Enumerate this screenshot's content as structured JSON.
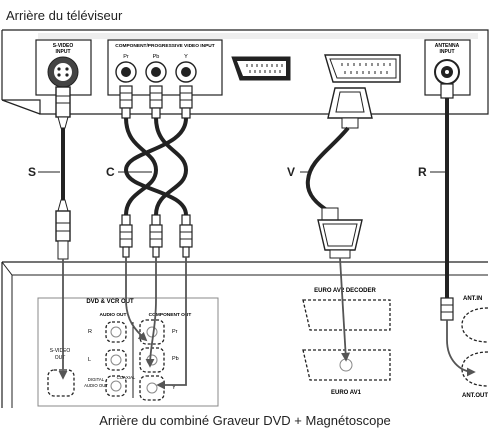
{
  "top_title": "Arrière du téléviseur",
  "bottom_caption": "Arrière du combiné Graveur DVD + Magnétoscope",
  "tv": {
    "svideo_label_1": "S-VIDEO",
    "svideo_label_2": "INPUT",
    "component_label": "COMPONENT/PROGRESSIVE VIDEO INPUT",
    "pr": "Pr",
    "pb": "Pb",
    "y": "Y",
    "antenna_label_1": "ANTENNA",
    "antenna_label_2": "INPUT"
  },
  "cables": {
    "s": "S",
    "c": "C",
    "v": "V",
    "r": "R"
  },
  "recorder": {
    "out_header": "DVD & VCR OUT",
    "audio_out": "AUDIO OUT",
    "component_out": "COMPONENT OUT",
    "r": "R",
    "l": "L",
    "pr": "Pr",
    "pb": "Pb",
    "y": "Y",
    "svideo_out_1": "S-VIDEO",
    "svideo_out_2": "OUT",
    "digital_1": "DIGITAL",
    "digital_2": "AUDIO OUT",
    "coaxial": "COAXIAL",
    "euro_av2": "EURO AV2 DECODER",
    "euro_av1": "EURO AV1",
    "ant_in": "ANT.IN",
    "ant_out": "ANT.OUT"
  }
}
